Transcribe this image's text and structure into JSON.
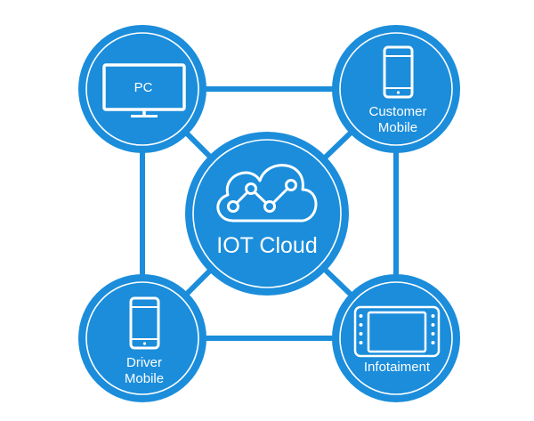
{
  "colors": {
    "node_fill": "#1b8ddb",
    "node_ring": "#ffffff",
    "connector": "#1b8ddb",
    "icon": "#ffffff"
  },
  "center": {
    "label": "IOT Cloud",
    "icon": "cloud-network-icon"
  },
  "nodes": [
    {
      "id": "pc",
      "label_lines": [
        "PC"
      ],
      "icon": "monitor-icon"
    },
    {
      "id": "customer-mobile",
      "label_lines": [
        "Customer",
        "Mobile"
      ],
      "icon": "smartphone-icon"
    },
    {
      "id": "driver-mobile",
      "label_lines": [
        "Driver",
        "Mobile"
      ],
      "icon": "smartphone-icon"
    },
    {
      "id": "infotainment",
      "label_lines": [
        "Infotaiment"
      ],
      "icon": "car-display-icon"
    }
  ]
}
